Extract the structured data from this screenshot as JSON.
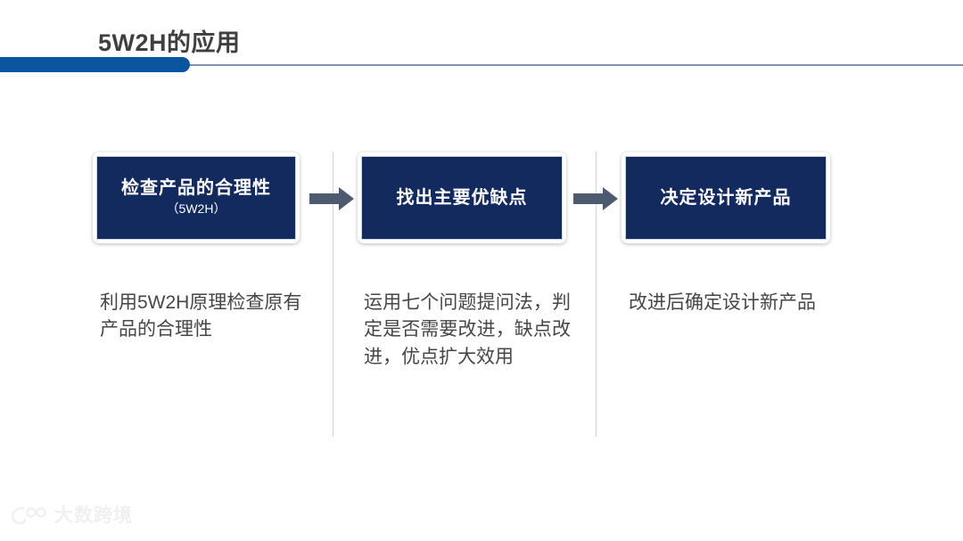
{
  "header": {
    "title": "5W2H的应用",
    "accent_color": "#0b54a0",
    "rule_color": "#7f94ab",
    "title_color": "#3f3f3f"
  },
  "flow": {
    "box_fill_color": "#132a5e",
    "arrow_color": "#4d5b71",
    "divider_color": "#d2d2d2",
    "steps": [
      {
        "label": "检查产品的合理性",
        "sublabel": "（5W2H）",
        "caption": "利用5W2H原理检查原有产品的合理性"
      },
      {
        "label": "找出主要优缺点",
        "sublabel": "",
        "caption": "运用七个问题提问法，判定是否需要改进，缺点改进，优点扩大效用"
      },
      {
        "label": "决定设计新产品",
        "sublabel": "",
        "caption": "改进后确定设计新产品"
      }
    ],
    "arrows": [
      {
        "name": "arrow-step1-to-step2"
      },
      {
        "name": "arrow-step2-to-step3"
      }
    ]
  },
  "watermark": {
    "text": "大数跨境",
    "color": "#eceef0"
  }
}
